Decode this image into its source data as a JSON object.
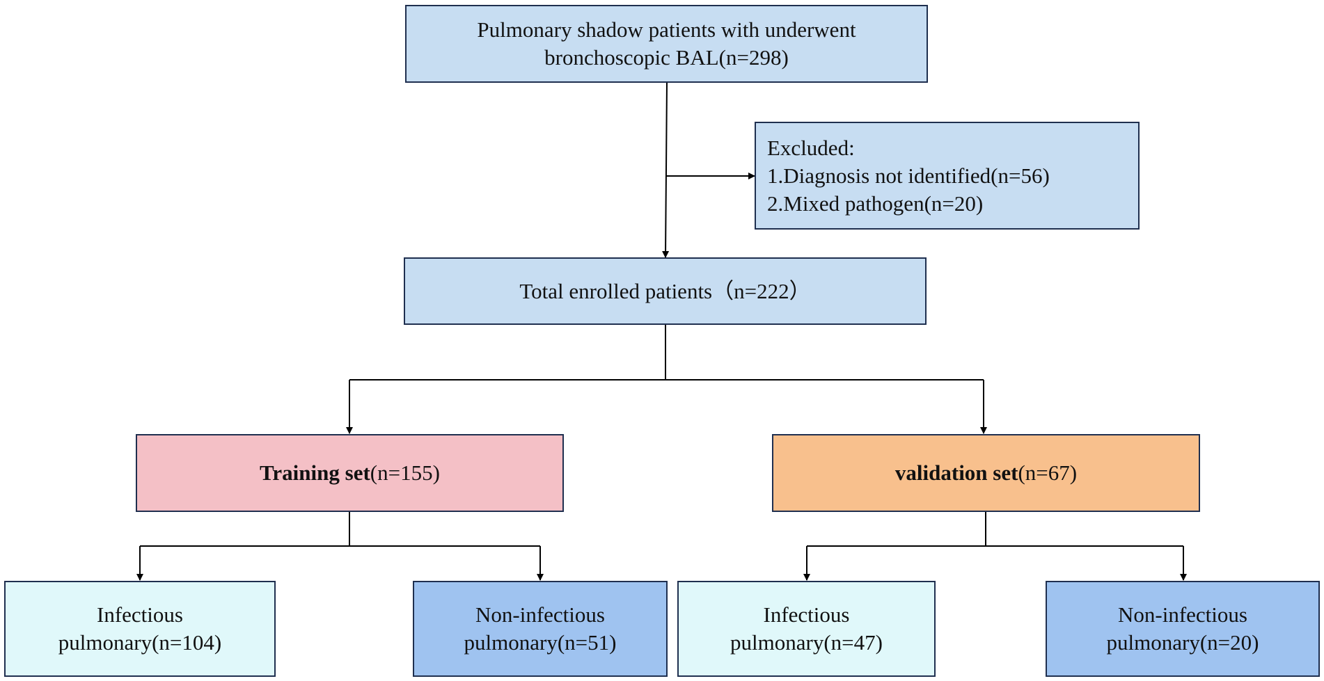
{
  "colors": {
    "blue_box": "#c7ddf2",
    "training": "#f4c0c6",
    "validation": "#f8c08d",
    "infectious": "#e0f8fa",
    "non_infectious": "#9fc3f0",
    "border": "#1f2f4f",
    "line": "#000000"
  },
  "boxes": {
    "screened": {
      "line1": "Pulmonary shadow patients with underwent",
      "line2": "bronchoscopic BAL(n=298)"
    },
    "excluded": {
      "title": "Excluded:",
      "item1": "1.Diagnosis not identified(n=56)",
      "item2": "2.Mixed pathogen(n=20)"
    },
    "enrolled": {
      "label": "Total enrolled patients（n=222）"
    },
    "training": {
      "bold": "Training set",
      "count": "(n=155)"
    },
    "validation": {
      "bold": "validation set",
      "count": "(n=67)"
    },
    "train_infectious": {
      "line1": "Infectious",
      "line2": "pulmonary(n=104)"
    },
    "train_noninfectious": {
      "line1": "Non-infectious",
      "line2": "pulmonary(n=51)"
    },
    "val_infectious": {
      "line1": "Infectious",
      "line2": "pulmonary(n=47)"
    },
    "val_noninfectious": {
      "line1": "Non-infectious",
      "line2": "pulmonary(n=20)"
    }
  }
}
